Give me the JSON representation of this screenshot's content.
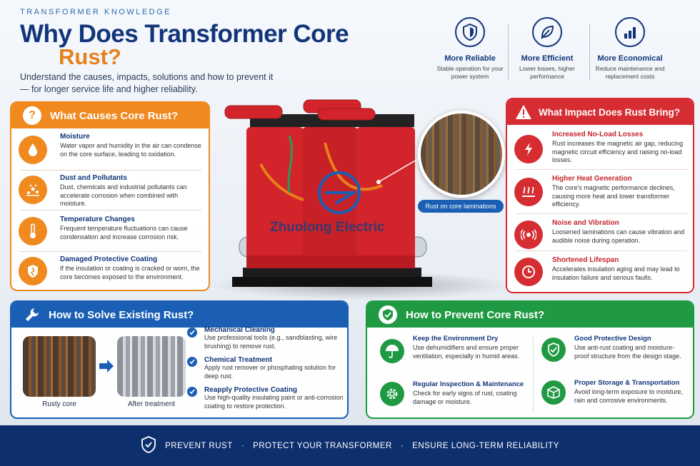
{
  "header": {
    "eyebrow": "TRANSFORMER KNOWLEDGE",
    "title_line1": "Why Does Transformer Core",
    "title_line2": "Rust?",
    "subtitle": "Understand the causes, impacts, solutions and how to prevent it — for longer service life and higher reliability."
  },
  "benefits": [
    {
      "icon": "shield-icon",
      "title": "More Reliable",
      "desc": "Stable operation for your power system"
    },
    {
      "icon": "leaf-icon",
      "title": "More Efficient",
      "desc": "Lower losses, higher performance"
    },
    {
      "icon": "bar-chart-icon",
      "title": "More Economical",
      "desc": "Reduce maintenance and replacement costs"
    }
  ],
  "causes": {
    "title": "What Causes Core Rust?",
    "accent": "#f0891e",
    "items": [
      {
        "icon": "water-drop-icon",
        "title": "Moisture",
        "desc": "Water vapor and humidity in the air can condense on the core surface, leading to oxidation."
      },
      {
        "icon": "dust-icon",
        "title": "Dust and Pollutants",
        "desc": "Dust, chemicals and industrial pollutants can accelerate corrosion when combined with moisture."
      },
      {
        "icon": "thermometer-icon",
        "title": "Temperature Changes",
        "desc": "Frequent temperature fluctuations can cause condensation and increase corrosion risk."
      },
      {
        "icon": "broken-shield-icon",
        "title": "Damaged Protective Coating",
        "desc": "If the insulation or coating is cracked or worn, the core becomes exposed to the environment."
      }
    ]
  },
  "impacts": {
    "title": "What Impact Does Rust Bring?",
    "accent": "#d62d32",
    "items": [
      {
        "icon": "lightning-icon",
        "title": "Increased No-Load Losses",
        "desc": "Rust increases the magnetic air gap, reducing magnetic circuit efficiency and raising no-load losses."
      },
      {
        "icon": "heat-icon",
        "title": "Higher Heat Generation",
        "desc": "The core's magnetic performance declines, causing more heat and lower transformer efficiency."
      },
      {
        "icon": "vibration-icon",
        "title": "Noise and Vibration",
        "desc": "Loosened laminations can cause vibration and audible noise during operation."
      },
      {
        "icon": "clock-icon",
        "title": "Shortened Lifespan",
        "desc": "Accelerates insulation aging and may lead to insulation failure and serious faults."
      }
    ]
  },
  "solve": {
    "title": "How to Solve Existing Rust?",
    "accent": "#1a5fb4",
    "before_caption": "Rusty core",
    "after_caption": "After treatment",
    "items": [
      {
        "title": "Mechanical Cleaning",
        "desc": "Use professional tools (e.g., sandblasting, wire brushing) to remove rust."
      },
      {
        "title": "Chemical Treatment",
        "desc": "Apply rust remover or phosphating solution for deep rust."
      },
      {
        "title": "Reapply Protective Coating",
        "desc": "Use high-quality insulating paint or anti-corrosion coating to restore protection."
      }
    ]
  },
  "prevent": {
    "title": "How to Prevent Core Rust?",
    "accent": "#1f9a43",
    "items": [
      {
        "icon": "umbrella-icon",
        "title": "Keep the Environment Dry",
        "desc": "Use dehumidifiers and ensure proper ventilation, especially in humid areas."
      },
      {
        "icon": "shield-check-icon",
        "title": "Good Protective Design",
        "desc": "Use anti-rust coating and moisture-proof structure from the design stage."
      },
      {
        "icon": "gear-icon",
        "title": "Regular Inspection & Maintenance",
        "desc": "Check for early signs of rust, coating damage or moisture."
      },
      {
        "icon": "box-icon",
        "title": "Proper Storage & Transportation",
        "desc": "Avoid long-term exposure to moisture, rain and corrosive environments."
      }
    ]
  },
  "image": {
    "callout_label": "Rust on core laminations",
    "watermark": "Zhuolong Electric"
  },
  "footer": {
    "items": [
      "PREVENT RUST",
      "PROTECT YOUR TRANSFORMER",
      "ENSURE LONG-TERM RELIABILITY"
    ]
  }
}
